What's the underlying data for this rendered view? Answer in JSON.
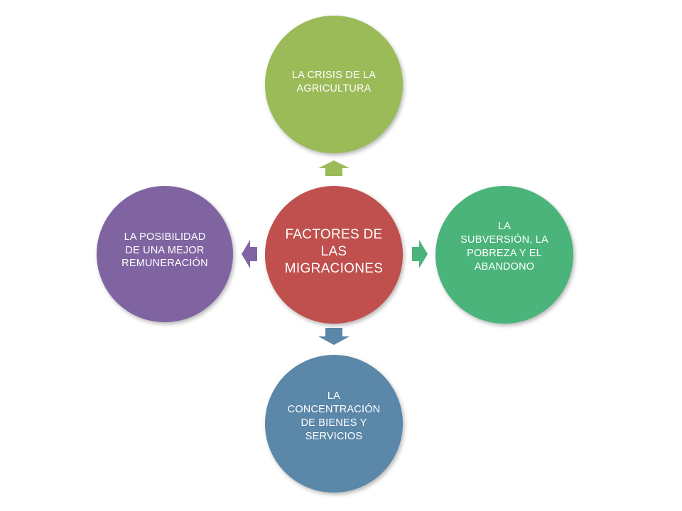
{
  "diagram": {
    "center": {
      "text": "FACTORES DE\nLAS\nMIGRACIONES",
      "color": "#c0504d"
    },
    "top": {
      "text": "LA CRISIS DE LA\nAGRICULTURA",
      "color": "#9bbb59"
    },
    "right": {
      "text": "LA\nSUBVERSIÓN, LA\nPOBREZA Y EL\nABANDONO",
      "color": "#4bb47a"
    },
    "bottom": {
      "text": "LA\nCONCENTRACIÓN\nDE BIENES Y\nSERVICIOS",
      "color": "#5b87a9"
    },
    "left": {
      "text": "LA POSIBILIDAD\nDE UNA MEJOR\nREMUNERACIÓN",
      "color": "#8064a2"
    },
    "arrow_colors": {
      "up": "#9bbb59",
      "right": "#4bb47a",
      "down": "#5b87a9",
      "left": "#8064a2"
    }
  }
}
